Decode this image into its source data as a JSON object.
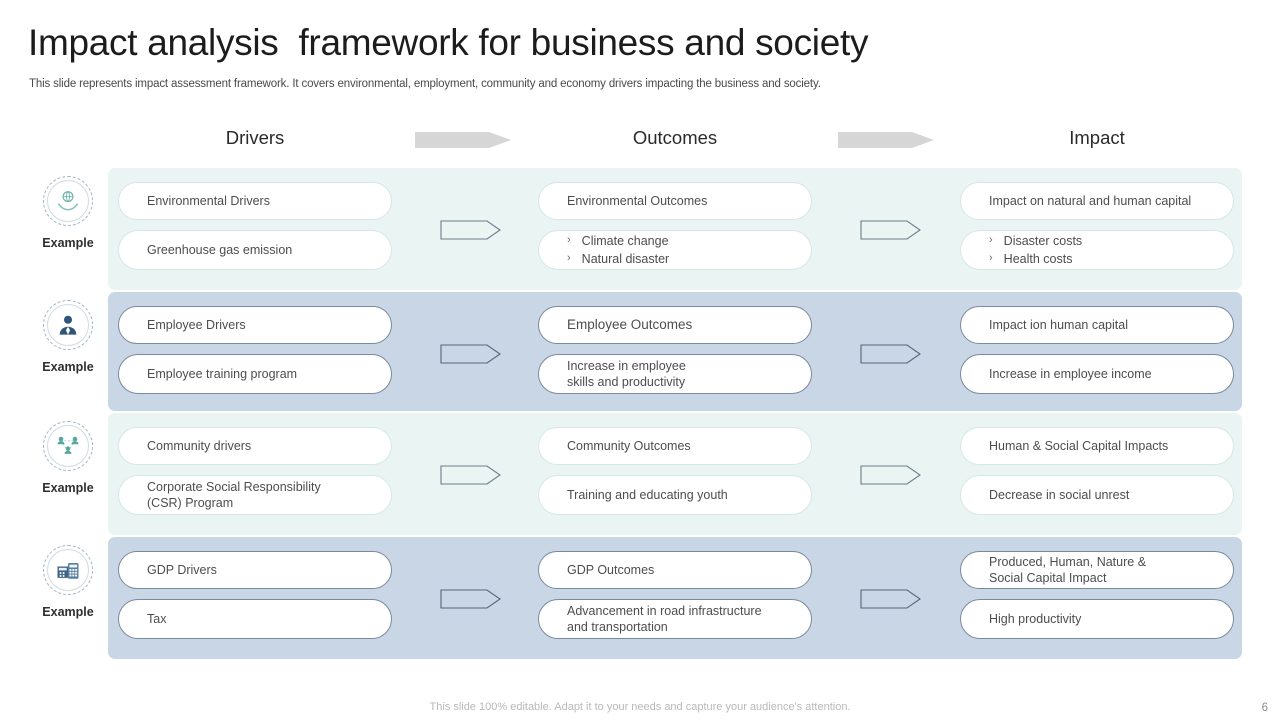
{
  "header": {
    "title": "Impact analysis  framework for business and society",
    "subtitle": "This slide represents impact assessment framework. It covers environmental, employment, community and economy drivers impacting the business and society."
  },
  "columns": {
    "drivers": "Drivers",
    "outcomes": "Outcomes",
    "impact": "Impact"
  },
  "example_label": "Example",
  "bullet_glyph": "›",
  "colors": {
    "row_mint": "#e9f4f3",
    "row_blue": "#c9d6e6",
    "pill_border_mint": "#d5e8e6",
    "pill_border_blue": "#7b8a9c",
    "header_arrow": "#d6d6d6",
    "icon_teal": "#6fb3ab",
    "icon_blue": "#3b5f84",
    "text": "#4d4d4d"
  },
  "rows": [
    {
      "id": "environmental",
      "band": "mint",
      "icon": "globe-hands-icon",
      "example": "Example",
      "driver_title": "Environmental  Drivers",
      "driver_example": "Greenhouse gas emission",
      "outcome_title": "Environmental  Outcomes",
      "outcome_bullets": [
        "Climate change",
        "Natural disaster"
      ],
      "outcome_example": "",
      "impact_title": "Impact on natural and human capital",
      "impact_bullets": [
        "Disaster costs",
        "Health costs"
      ],
      "impact_example": ""
    },
    {
      "id": "employee",
      "band": "blue",
      "icon": "person-icon",
      "example": "Example",
      "driver_title": "Employee Drivers",
      "driver_example": "Employee training program",
      "outcome_title": "Employee Outcomes",
      "outcome_bullets": [],
      "outcome_example": "Increase in employee\nskills and productivity",
      "impact_title": "Impact ion human capital",
      "impact_bullets": [],
      "impact_example": "Increase in employee  income"
    },
    {
      "id": "community",
      "band": "mint",
      "icon": "people-network-icon",
      "example": "Example",
      "driver_title": "Community drivers",
      "driver_example": "Corporate  Social Responsibility\n(CSR) Program",
      "outcome_title": "Community Outcomes",
      "outcome_bullets": [],
      "outcome_example": "Training  and educating youth",
      "impact_title": "Human & Social Capital Impacts",
      "impact_bullets": [],
      "impact_example": "Decrease in social unrest"
    },
    {
      "id": "gdp",
      "band": "blue",
      "icon": "calculator-money-icon",
      "example": "Example",
      "driver_title": "GDP Drivers",
      "driver_example": "Tax",
      "outcome_title": "GDP Outcomes",
      "outcome_bullets": [],
      "outcome_example": "Advancement  in road infrastructure\nand transportation",
      "impact_title": "Produced, Human, Nature &\nSocial Capital Impact",
      "impact_bullets": [],
      "impact_example": "High productivity"
    }
  ],
  "footer": {
    "note": "This slide 100% editable. Adapt it to your needs and capture your audience's attention.",
    "page_number": "6"
  }
}
